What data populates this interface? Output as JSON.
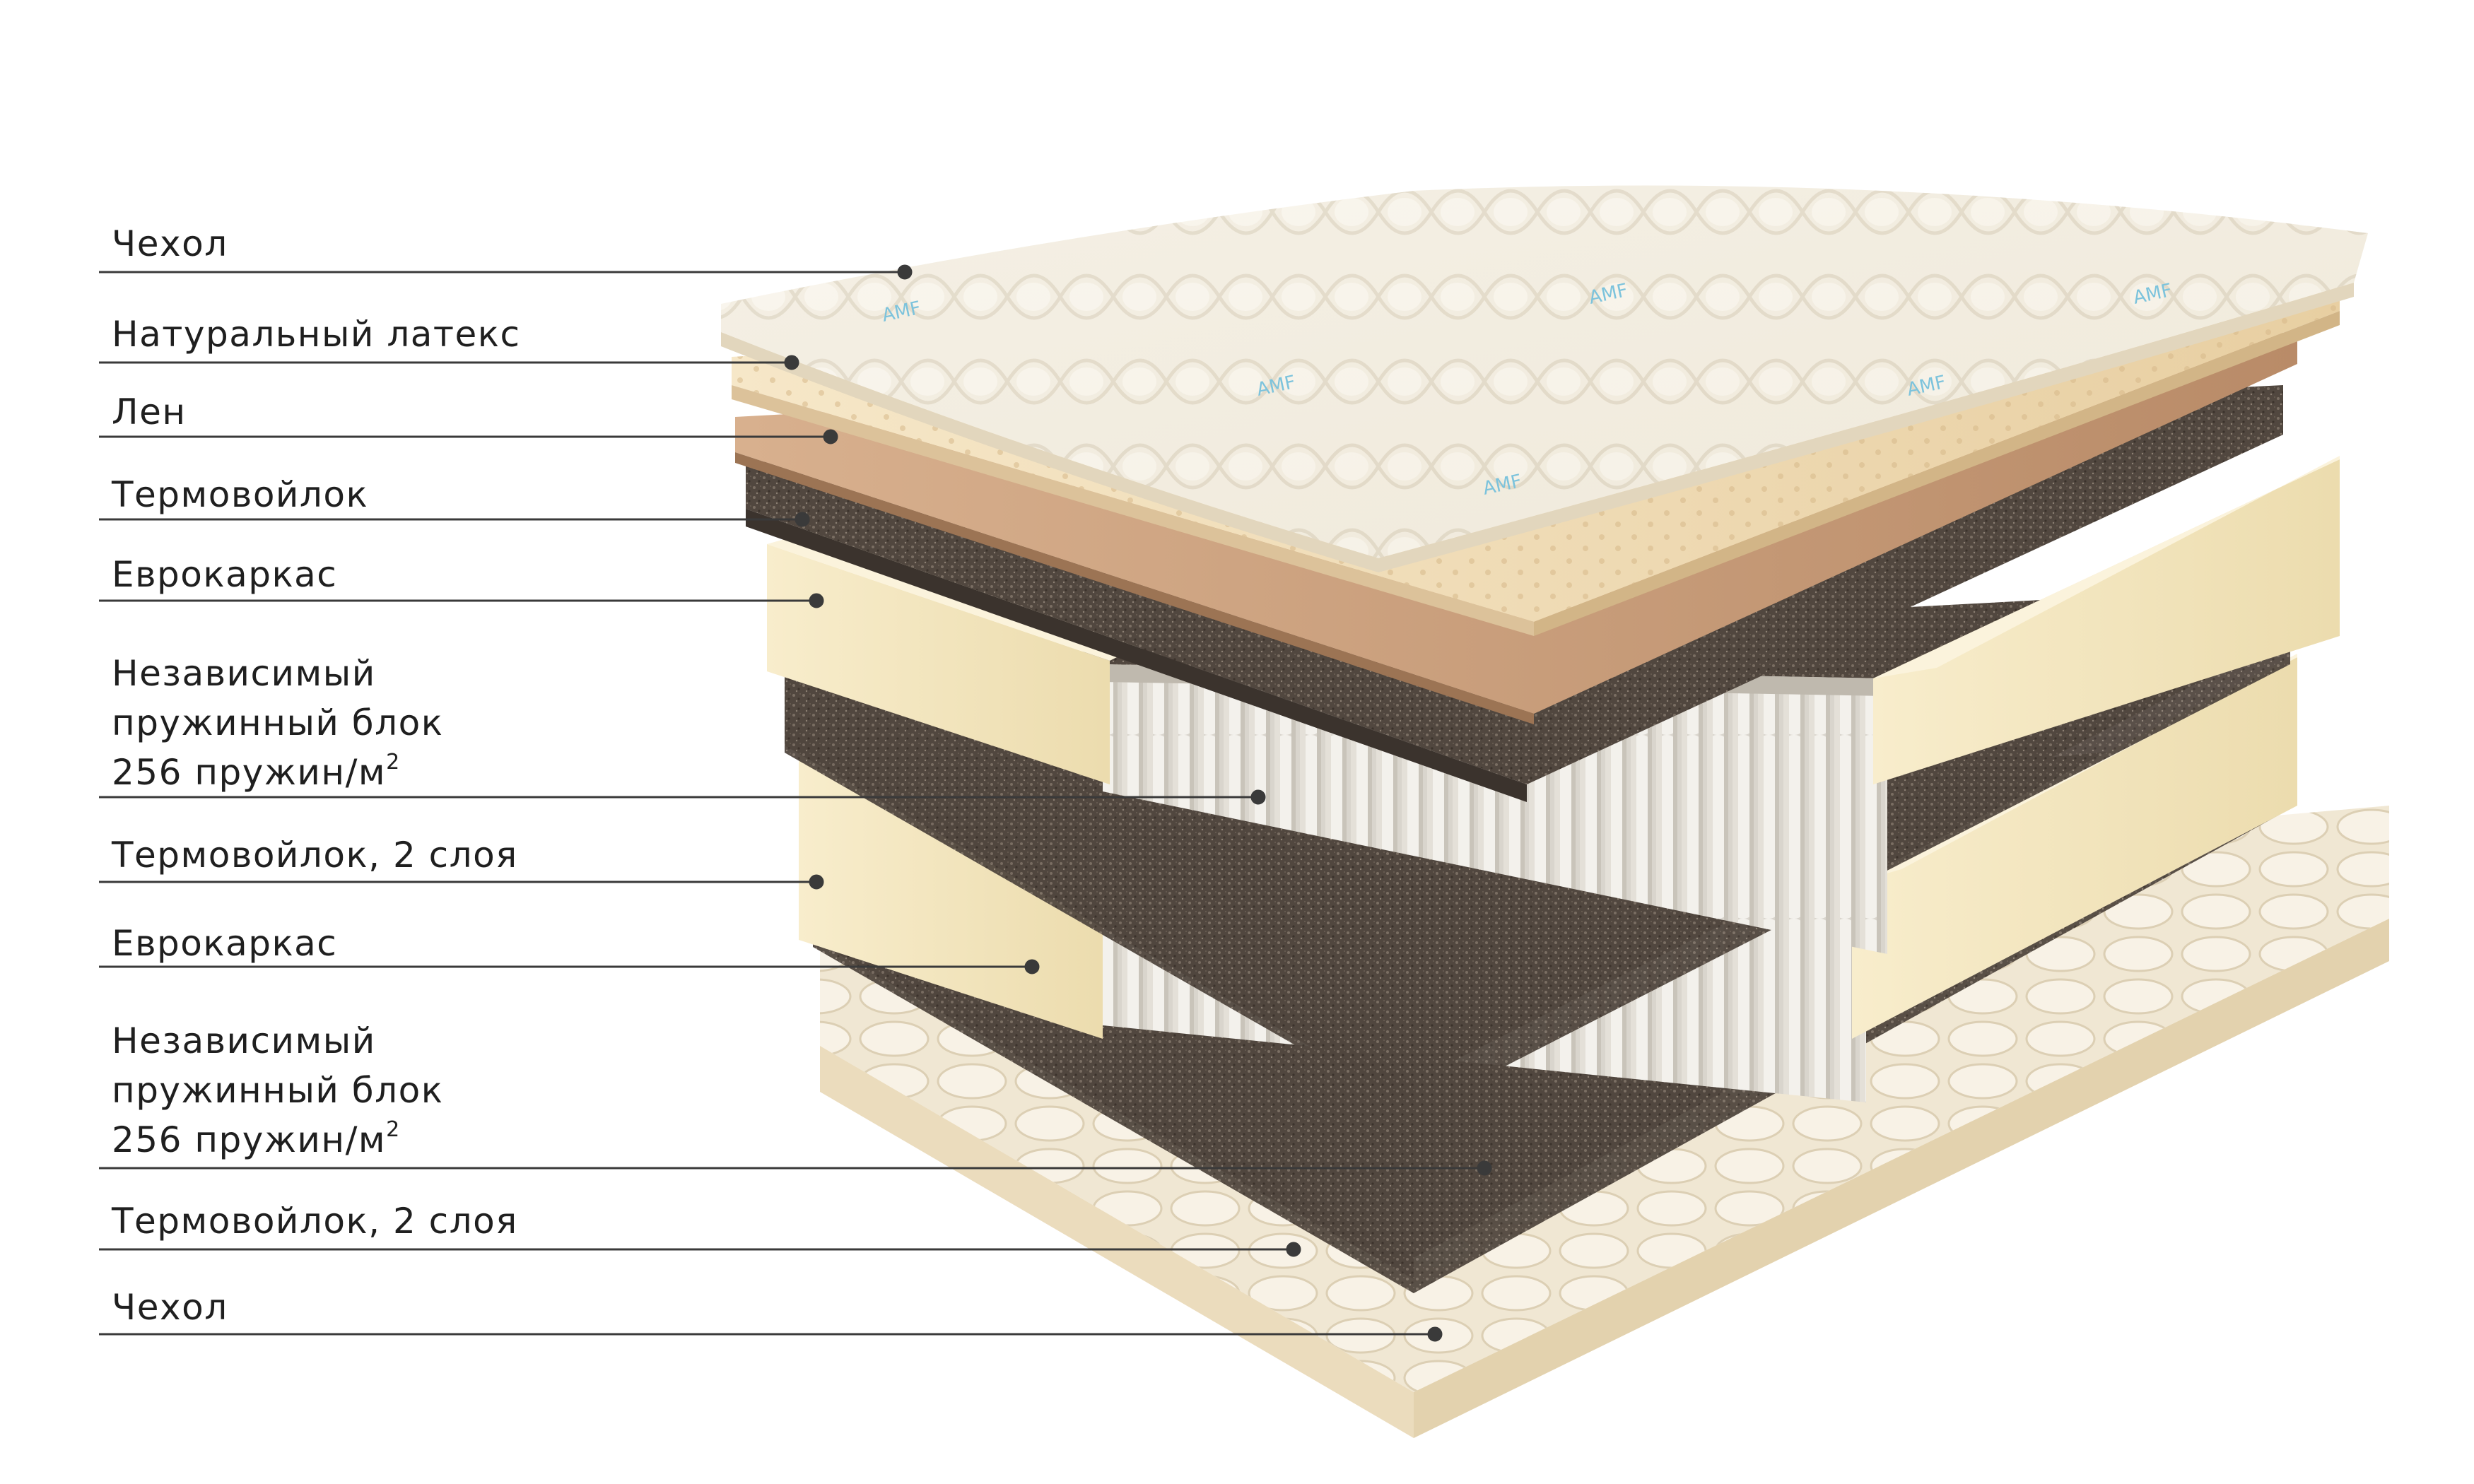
{
  "labels": [
    {
      "lines": [
        "Чехол"
      ]
    },
    {
      "lines": [
        "Натуральный латекс"
      ]
    },
    {
      "lines": [
        "Лен"
      ]
    },
    {
      "lines": [
        "Термовойлок"
      ]
    },
    {
      "lines": [
        "Еврокаркас"
      ]
    },
    {
      "lines": [
        "Независимый",
        "пружинный блок",
        "256 пружин/м"
      ],
      "superscript": "2"
    },
    {
      "lines": [
        "Термовойлок, 2 слоя"
      ]
    },
    {
      "lines": [
        "Еврокаркас"
      ]
    },
    {
      "lines": [
        "Независимый",
        "пружинный блок",
        "256 пружин/м"
      ],
      "superscript": "2"
    },
    {
      "lines": [
        "Термовойлок, 2 слоя"
      ]
    },
    {
      "lines": [
        "Чехол"
      ]
    }
  ],
  "brand_mark": "AMF",
  "colors": {
    "cover": "#f1ebdd",
    "latex": "#efdcb8",
    "flax": "#c79a76",
    "felt": "#4f463f",
    "foam": "#f4e7c0",
    "springs": "#eceae6",
    "quilt_print": "#7cc3dc",
    "leader": "#3a3a3a"
  }
}
